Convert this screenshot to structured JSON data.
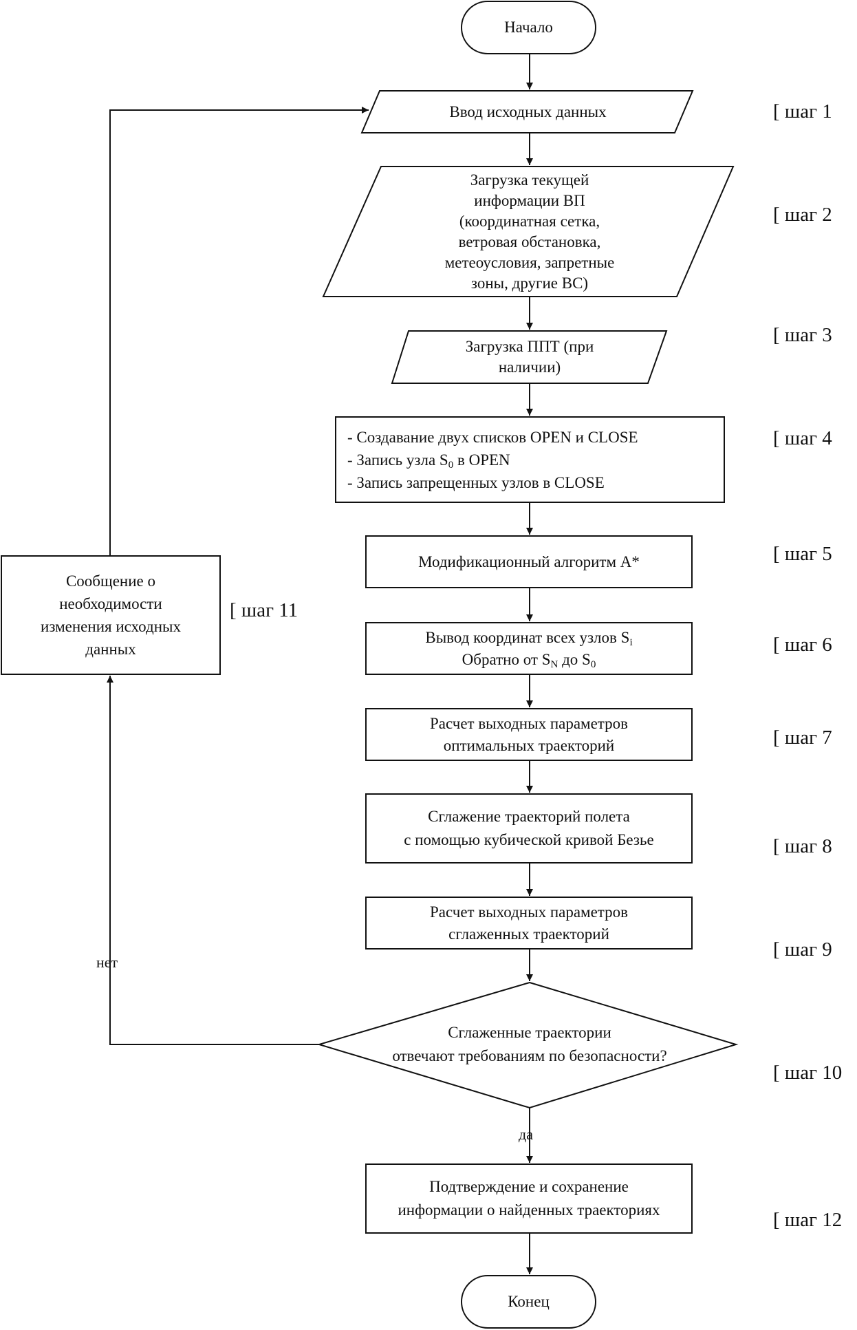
{
  "nodes": {
    "start": "Начало",
    "input": "Ввод исходных данных",
    "load_info": {
      "lines": [
        "Загрузка текущей",
        "информации ВП",
        "(координатная сетка,",
        "ветровая обстановка,",
        "метеоусловия, запретные",
        "зоны, другие ВС)"
      ]
    },
    "load_ppt": {
      "lines": [
        "Загрузка ППТ (при",
        "наличии)"
      ]
    },
    "lists": {
      "line1": "- Создавание двух списков  OPEN и  CLOSE",
      "line2_a": "- Запись узла S",
      "line2_sub": "0",
      "line2_b": " в OPEN",
      "line3": "- Запись запрещенных узлов в  CLOSE"
    },
    "algorithm": "Модификационный алгоритм А*",
    "output_coords": {
      "line1_a": "Вывод координат всех узлов S",
      "line1_sub": "i",
      "line2_a": "Обратно от S",
      "line2_sub1": "N",
      "line2_b": " до S",
      "line2_sub2": "0"
    },
    "calc_optimal": {
      "lines": [
        "Расчет выходных параметров",
        "оптимальных траекторий"
      ]
    },
    "smoothing": {
      "lines": [
        "Сглажение траекторий полета",
        "с помощью кубической кривой Безье"
      ]
    },
    "calc_smoothed": {
      "lines": [
        "Расчет выходных параметров",
        "сглаженных траекторий"
      ]
    },
    "decision": {
      "lines": [
        "Сглаженные  траектории",
        "отвечают требованиям по безопасности?"
      ]
    },
    "confirm": {
      "lines": [
        "Подтверждение и сохранение",
        "информации о найденных траекториях"
      ]
    },
    "message": {
      "lines": [
        "Сообщение о",
        "необходимости",
        "изменения исходных",
        "данных"
      ]
    },
    "end": "Конец"
  },
  "branches": {
    "no": "нет",
    "yes": "да"
  },
  "steps": [
    "[ шаг 1",
    "[ шаг 2",
    "[ шаг 3",
    "[ шаг 4",
    "[ шаг 5",
    "[ шаг 6",
    "[ шаг 7",
    "[ шаг 8",
    "[ шаг 9",
    "[ шаг 10",
    "[ шаг 11",
    "[ шаг 12"
  ]
}
